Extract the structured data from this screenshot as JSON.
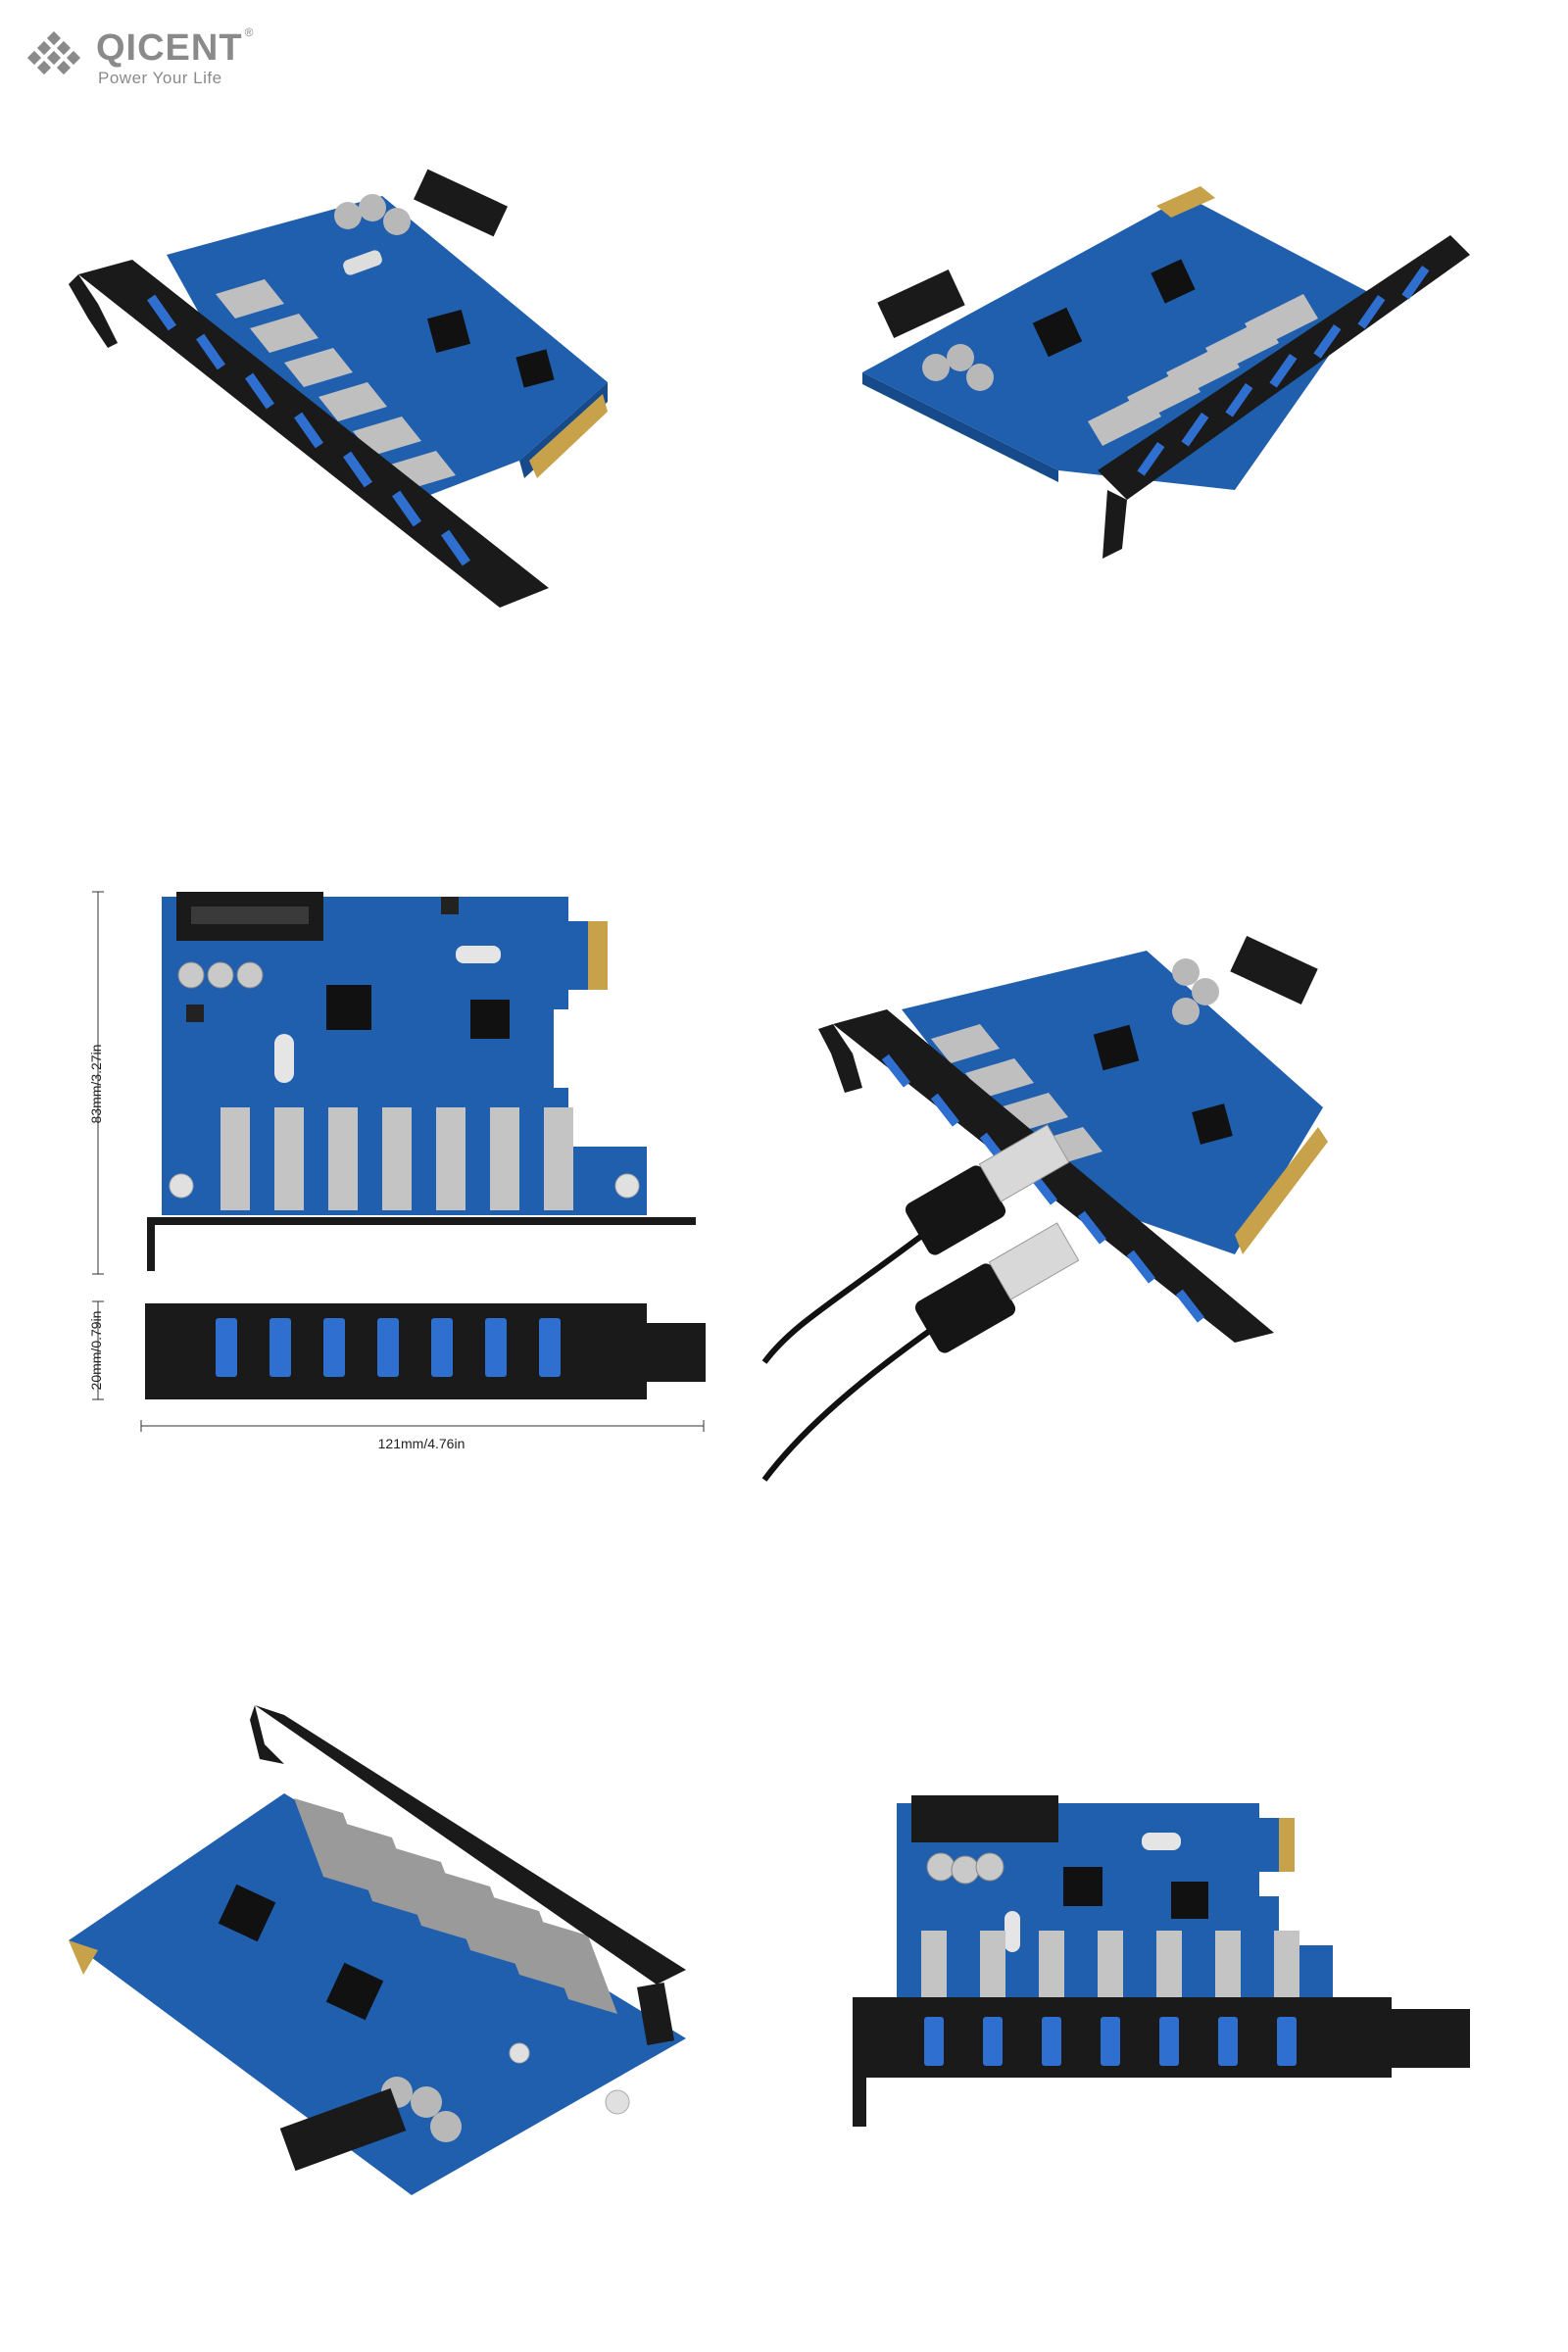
{
  "brand": {
    "name": "QICENT",
    "registered": "®",
    "tagline": "Power Your Life"
  },
  "dimensions": {
    "height": "83mm/3.27in",
    "depth": "20mm/0.79in",
    "width": "121mm/4.76in"
  },
  "colors": {
    "pcb": "#1f5fae",
    "pcb_dark": "#164a8a",
    "bracket": "#1a1a1a",
    "usb_port": "#2f6fd0",
    "gold": "#c8a24a",
    "logo_gray": "#8a8a8a"
  },
  "product": {
    "usb_port_count": 7
  }
}
